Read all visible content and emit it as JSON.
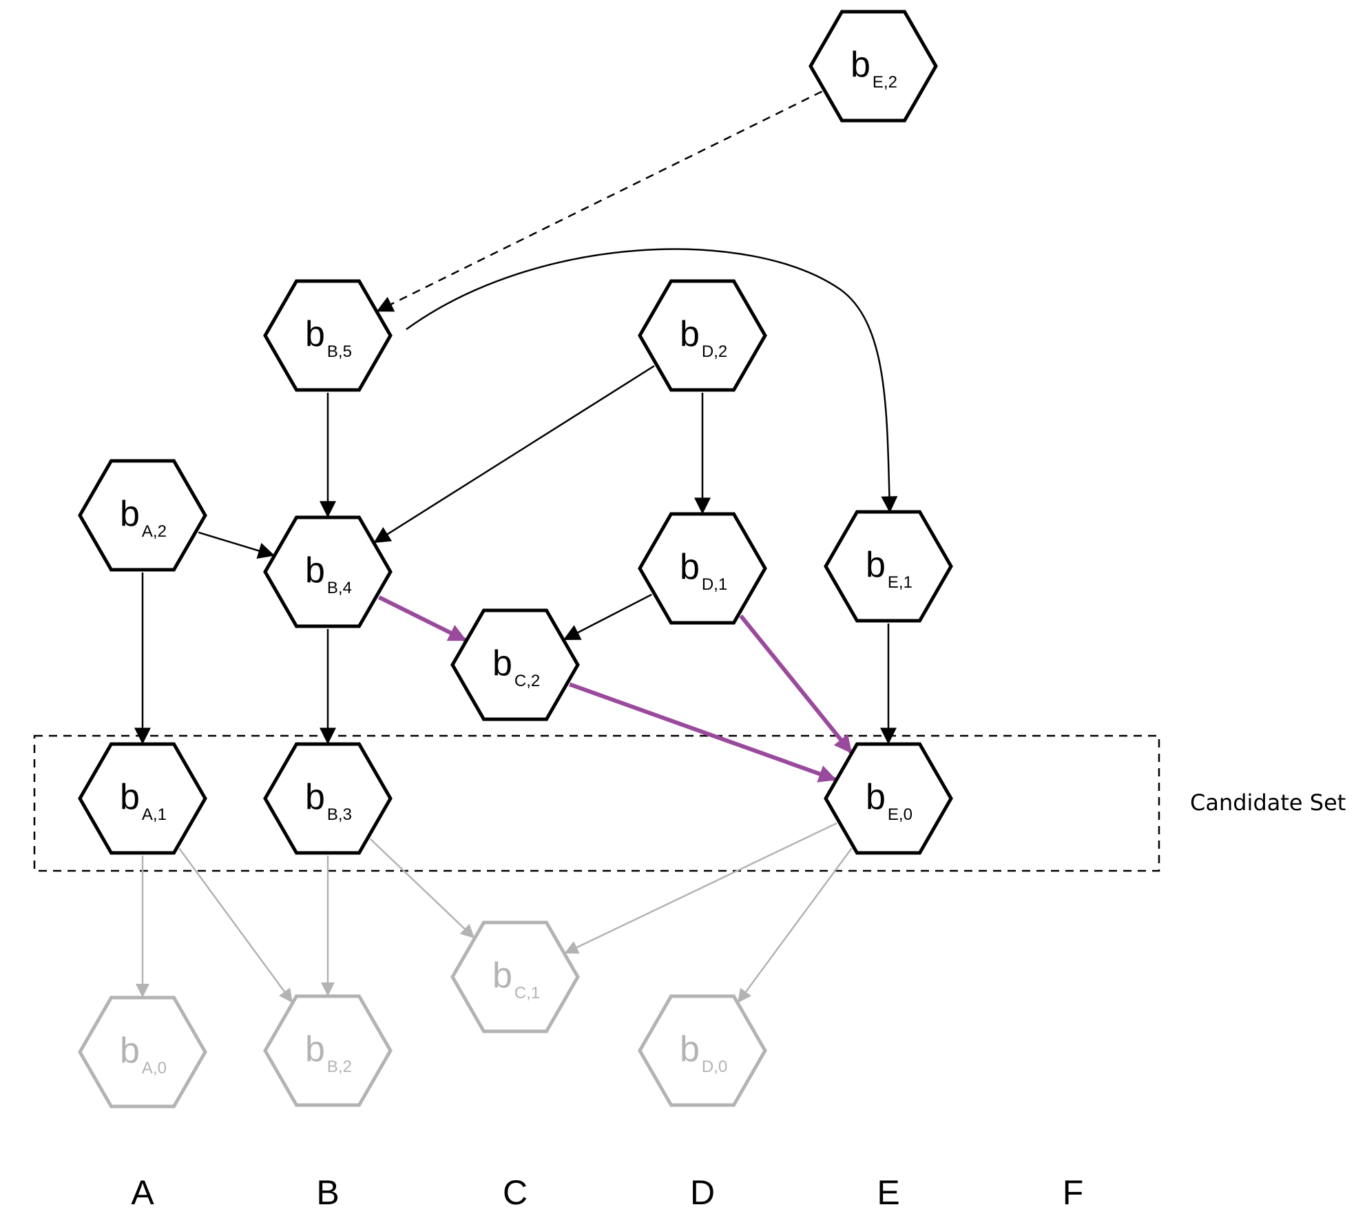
{
  "colors": {
    "active_stroke": "#000000",
    "inactive_stroke": "#b3b3b3",
    "highlight_edge": "#9a4a9c",
    "background": "#ffffff"
  },
  "candidate_set_label": "Candidate Set",
  "columns": [
    "A",
    "B",
    "C",
    "D",
    "E",
    "F"
  ],
  "nodes": [
    {
      "id": "bE2",
      "main": "b",
      "sub": "E,2",
      "state": "active"
    },
    {
      "id": "bB5",
      "main": "b",
      "sub": "B,5",
      "state": "active"
    },
    {
      "id": "bD2",
      "main": "b",
      "sub": "D,2",
      "state": "active"
    },
    {
      "id": "bA2",
      "main": "b",
      "sub": "A,2",
      "state": "active"
    },
    {
      "id": "bB4",
      "main": "b",
      "sub": "B,4",
      "state": "active"
    },
    {
      "id": "bD1",
      "main": "b",
      "sub": "D,1",
      "state": "active"
    },
    {
      "id": "bE1",
      "main": "b",
      "sub": "E,1",
      "state": "active"
    },
    {
      "id": "bC2",
      "main": "b",
      "sub": "C,2",
      "state": "active"
    },
    {
      "id": "bA1",
      "main": "b",
      "sub": "A,1",
      "state": "active"
    },
    {
      "id": "bB3",
      "main": "b",
      "sub": "B,3",
      "state": "active"
    },
    {
      "id": "bE0",
      "main": "b",
      "sub": "E,0",
      "state": "active"
    },
    {
      "id": "bC1",
      "main": "b",
      "sub": "C,1",
      "state": "inactive"
    },
    {
      "id": "bA0",
      "main": "b",
      "sub": "A,0",
      "state": "inactive"
    },
    {
      "id": "bB2",
      "main": "b",
      "sub": "B,2",
      "state": "inactive"
    },
    {
      "id": "bD0",
      "main": "b",
      "sub": "D,0",
      "state": "inactive"
    }
  ],
  "edges": [
    {
      "from": "bE2",
      "to": "bB5",
      "style": "dashed"
    },
    {
      "from": "bB5",
      "to": "bE1",
      "style": "curved"
    },
    {
      "from": "bB5",
      "to": "bB4",
      "style": "normal"
    },
    {
      "from": "bD2",
      "to": "bB4",
      "style": "normal"
    },
    {
      "from": "bD2",
      "to": "bD1",
      "style": "normal"
    },
    {
      "from": "bA2",
      "to": "bB4",
      "style": "normal"
    },
    {
      "from": "bA2",
      "to": "bA1",
      "style": "normal"
    },
    {
      "from": "bB4",
      "to": "bB3",
      "style": "normal"
    },
    {
      "from": "bB4",
      "to": "bC2",
      "style": "highlight"
    },
    {
      "from": "bD1",
      "to": "bC2",
      "style": "normal"
    },
    {
      "from": "bD1",
      "to": "bE0",
      "style": "highlight"
    },
    {
      "from": "bC2",
      "to": "bE0",
      "style": "highlight"
    },
    {
      "from": "bE1",
      "to": "bE0",
      "style": "normal"
    },
    {
      "from": "bA1",
      "to": "bA0",
      "style": "faded"
    },
    {
      "from": "bA1",
      "to": "bB2",
      "style": "faded"
    },
    {
      "from": "bB3",
      "to": "bB2",
      "style": "faded"
    },
    {
      "from": "bB3",
      "to": "bC1",
      "style": "faded"
    },
    {
      "from": "bE0",
      "to": "bC1",
      "style": "faded"
    },
    {
      "from": "bE0",
      "to": "bD0",
      "style": "faded"
    }
  ]
}
